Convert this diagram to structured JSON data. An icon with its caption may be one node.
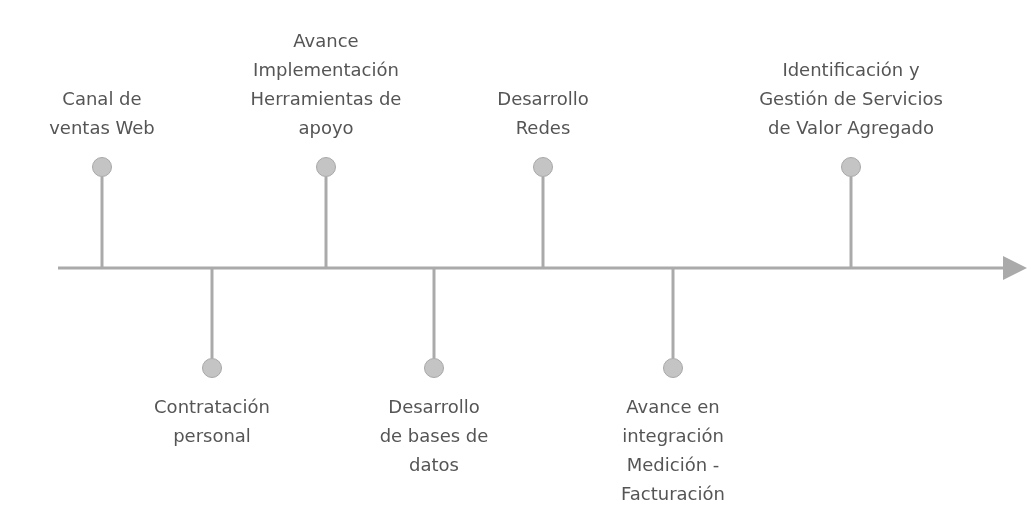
{
  "diagram": {
    "nodes": [
      {
        "text": [],
        "shape": "circle",
        "beside": [
          "Canal de ventas Web"
        ]
      },
      {
        "text": [],
        "shape": "circle",
        "beside": [
          "Contratación personal"
        ]
      },
      {
        "text": [],
        "shape": "circle",
        "beside": [
          "Avance Implementación Herramientas de apoyo"
        ]
      },
      {
        "text": [],
        "shape": "circle",
        "beside": [
          "Desarrollo de bases de datos"
        ]
      },
      {
        "text": [],
        "shape": "circle",
        "beside": [
          "Desarrollo Redes"
        ]
      },
      {
        "text": [],
        "shape": "circle",
        "beside": [
          "Avance en integración Medición - Facturación"
        ]
      },
      {
        "text": [],
        "shape": "circle",
        "beside": [
          "Identificación y Gestión de Servicios de Valor Agregado"
        ]
      },
      {
        "text": [],
        "shape": "bar"
      }
    ],
    "edges": [
      {
        "from": 0,
        "to": 7,
        "arrow": "none"
      },
      {
        "from": 1,
        "to": 7,
        "arrow": "none"
      },
      {
        "from": 2,
        "to": 7,
        "arrow": "none"
      },
      {
        "from": 3,
        "to": 7,
        "arrow": "none"
      },
      {
        "from": 4,
        "to": 7,
        "arrow": "none"
      },
      {
        "from": 5,
        "to": 7,
        "arrow": "none"
      },
      {
        "from": 6,
        "to": 7,
        "arrow": "none"
      }
    ]
  }
}
